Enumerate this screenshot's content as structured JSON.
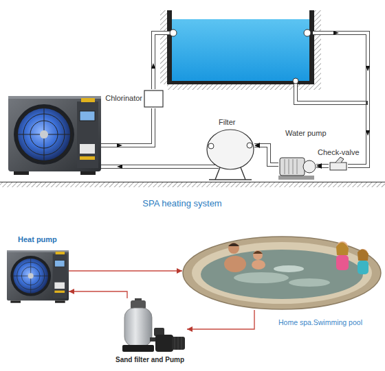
{
  "diagram": {
    "title": "SPA heating system",
    "nodes": [
      {
        "text": [
          "Chlorinator"
        ]
      },
      {
        "text": [
          "Filter"
        ]
      },
      {
        "text": [
          "Water pump"
        ]
      },
      {
        "text": [
          "Check-valve"
        ]
      },
      {
        "text": [
          "Heat pump"
        ]
      },
      {
        "text": [
          "Sand filter and Pump"
        ]
      },
      {
        "text": [
          "Home spa.Swimming pool"
        ]
      }
    ],
    "edges": [
      {
        "from": 3,
        "to": 2,
        "arrow": "to"
      },
      {
        "from": 2,
        "to": 1,
        "arrow": "to"
      },
      {
        "from": 4,
        "to": 6,
        "arrow": "to"
      },
      {
        "from": 6,
        "to": 5,
        "arrow": "to"
      },
      {
        "from": 5,
        "to": 4,
        "arrow": "to"
      }
    ]
  }
}
